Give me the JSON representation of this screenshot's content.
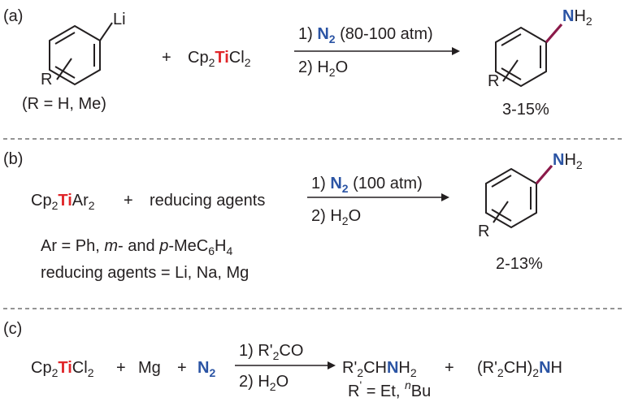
{
  "panel_a": {
    "label": "(a)",
    "reactant_substituent": "Li",
    "ring_substituent": "R",
    "r_def": "(R = H, Me)",
    "plus": "+",
    "reagent": {
      "cp": "Cp",
      "cp_sub": "2",
      "ti": "Ti",
      "cl": "Cl",
      "cl_sub": "2"
    },
    "step1": {
      "prefix": "1) ",
      "n": "N",
      "n_sub": "2",
      "suffix": " (80-100 atm)"
    },
    "step2": {
      "prefix": "2) H",
      "sub": "2",
      "suffix": "O"
    },
    "product_n": "N",
    "product_h": "H",
    "product_h_sub": "2",
    "product_r": "R",
    "yield": "3-15%"
  },
  "panel_b": {
    "label": "(b)",
    "reagent": {
      "cp": "Cp",
      "cp_sub": "2",
      "ti": "Ti",
      "ar": "Ar",
      "ar_sub": "2"
    },
    "plus": "+",
    "reducing": "reducing agents",
    "step1": {
      "prefix": "1) ",
      "n": "N",
      "n_sub": "2",
      "suffix": " (100 atm)"
    },
    "step2": {
      "prefix": "2) H",
      "sub": "2",
      "suffix": "O"
    },
    "ar_def": {
      "a": "Ar = Ph, ",
      "m": "m",
      "b": "- and ",
      "p": "p",
      "c": "-MeC",
      "c_sub": "6",
      "d": "H",
      "d_sub": "4"
    },
    "reducing_def": "reducing agents = Li, Na, Mg",
    "product_n": "N",
    "product_h": "H",
    "product_h_sub": "2",
    "product_r": "R",
    "yield": "2-13%"
  },
  "panel_c": {
    "label": "(c)",
    "reagent": {
      "cp": "Cp",
      "cp_sub": "2",
      "ti": "Ti",
      "cl": "Cl",
      "cl_sub": "2"
    },
    "plus1": "+",
    "mg": "Mg",
    "plus2": "+",
    "n2": {
      "n": "N",
      "sub": "2"
    },
    "step1": {
      "prefix": "1) R'",
      "sub": "2",
      "suffix": "CO"
    },
    "step2": {
      "prefix": "2) H",
      "sub": "2",
      "suffix": "O"
    },
    "product1": {
      "a": "R'",
      "a_sub": "2",
      "b": "CH",
      "n": "N",
      "h": "H",
      "h_sub": "2"
    },
    "plus3": "+",
    "product2": {
      "a": "(R'",
      "a_sub": "2",
      "b": "CH)",
      "b_sub": "2",
      "n": "N",
      "h": "H"
    },
    "r_def": {
      "a": "R",
      "b": "'",
      "c": " = Et, ",
      "sup": "n",
      "d": "Bu"
    }
  }
}
